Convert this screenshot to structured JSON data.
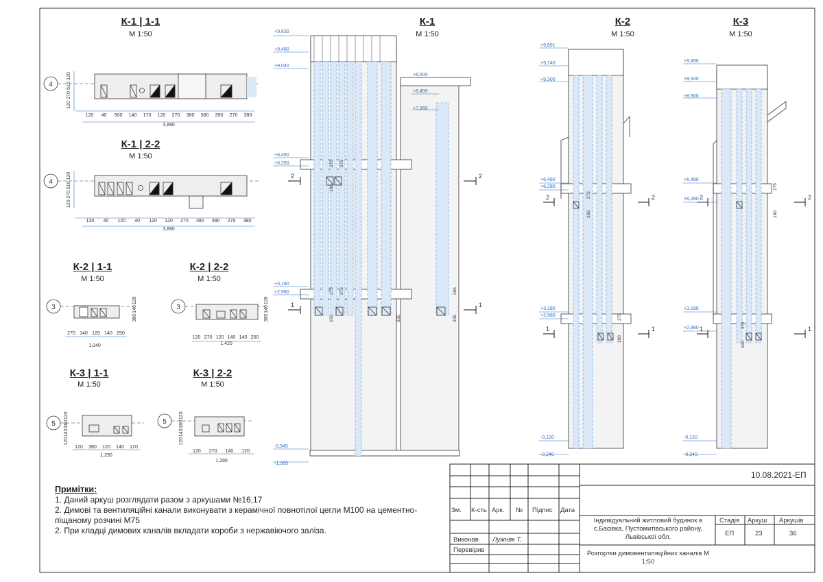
{
  "views": {
    "plan_k1_11": {
      "title": "К-1 | 1-1",
      "scale": "М 1:50",
      "axis": "4",
      "total": "3,880",
      "dims_bottom": [
        "120",
        "40",
        "900",
        "140",
        "170",
        "120",
        "270",
        "380",
        "380",
        "390",
        "270",
        "380"
      ],
      "dims_left": [
        "120",
        "510",
        "270",
        "120"
      ]
    },
    "plan_k1_22": {
      "title": "К-1 | 2-2",
      "scale": "М 1:50",
      "axis": "4",
      "total": "3,880",
      "dims_bottom": [
        "120",
        "40",
        "120",
        "40",
        "120",
        "120",
        "270",
        "380",
        "390",
        "270",
        "380"
      ],
      "dims_left": [
        "120",
        "510",
        "270",
        "120"
      ]
    },
    "plan_k2_11": {
      "title": "К-2 | 1-1",
      "scale": "М 1:50",
      "axis": "3",
      "total": "1,040",
      "dims_bottom": [
        "270",
        "140",
        "120",
        "140",
        "250"
      ],
      "dims_right": [
        "120",
        "140",
        "380"
      ]
    },
    "plan_k2_22": {
      "title": "К-2 | 2-2",
      "scale": "М 1:50",
      "axis": "3",
      "total": "1,420",
      "dims_bottom": [
        "120",
        "270",
        "120",
        "140",
        "140",
        "250"
      ],
      "dims_right": [
        "120",
        "140",
        "380"
      ]
    },
    "plan_k3_11": {
      "title": "К-3 | 1-1",
      "scale": "М 1:50",
      "axis": "5",
      "total": "1,290",
      "dims_bottom": [
        "120",
        "380",
        "120",
        "140",
        "120"
      ],
      "dims_left": [
        "120",
        "380",
        "140",
        "120"
      ]
    },
    "plan_k3_22": {
      "title": "К-3 | 2-2",
      "scale": "М 1:50",
      "axis": "5",
      "total": "1,290",
      "dims_bottom": [
        "120",
        "270",
        "140",
        "120"
      ],
      "dims_left": [
        "120",
        "380",
        "140",
        "120"
      ]
    },
    "elev_k1": {
      "title": "К-1",
      "scale": "М 1:50",
      "levels_left": [
        "+9,630",
        "+9,480",
        "+9,040",
        "+6,480",
        "+6,280",
        "+3,180",
        "+2,980",
        "-0,945",
        "-1,065"
      ],
      "levels_right": [
        "+8,500",
        "+8,400",
        "+7,960"
      ],
      "dims": [
        "275",
        "275",
        "160",
        "275",
        "275",
        "160",
        "235",
        "265",
        "235"
      ],
      "section_marks": [
        "2",
        "2",
        "1",
        "1"
      ]
    },
    "elev_k2": {
      "title": "К-2",
      "scale": "М 1:50",
      "levels": [
        "+9,891",
        "+9,740",
        "+9,300",
        "+6,480",
        "+6,280",
        "+3,180",
        "+2,980",
        "-0,120",
        "-0,240"
      ],
      "dims": [
        "275",
        "160",
        "275",
        "160"
      ],
      "section_marks": [
        "2",
        "2",
        "1",
        "1"
      ]
    },
    "elev_k3": {
      "title": "К-3",
      "scale": "М 1:50",
      "levels": [
        "+9,490",
        "+9,340",
        "+8,900",
        "+6,480",
        "+6,280",
        "+3,180",
        "+2,980",
        "-0,120",
        "-0,240"
      ],
      "dims": [
        "275",
        "160",
        "275",
        "160"
      ],
      "section_marks": [
        "2",
        "2",
        "1",
        "1"
      ]
    }
  },
  "notes": {
    "heading": "Примітки:",
    "items": [
      "1. Даний аркуш розглядати разом з аркушами №16,17",
      "2. Димові та вентиляційні канали виконувати з керамічної повнотілої цегли М100 на цементно-піщаному розчині М75",
      "2. При кладці димових каналів вкладати короби з нержавіючого заліза."
    ]
  },
  "stamp": {
    "code": "10.08.2021-ЕП",
    "headers": [
      "Зм.",
      "К-сть",
      "Арк.",
      "№",
      "Підпис",
      "Дата"
    ],
    "role_executed": "Виконав",
    "executor": "Лужняк Т.",
    "role_checked": "Перевірив",
    "project": "Індивідуальний житловий будинок в с.Басівка, Пустомитівського району, Львівської обл.",
    "stage_label": "Стадія",
    "sheet_label": "Аркуш",
    "sheets_label": "Аркушів",
    "stage": "ЕП",
    "sheet": "23",
    "sheets": "36",
    "sheet_title": "Розгортки димовентиляційних каналів М 1:50"
  },
  "colors": {
    "channel": "#dbe8f7",
    "masonry": "#eeeeee",
    "dim": "#2f6fbf",
    "line": "#333333"
  }
}
